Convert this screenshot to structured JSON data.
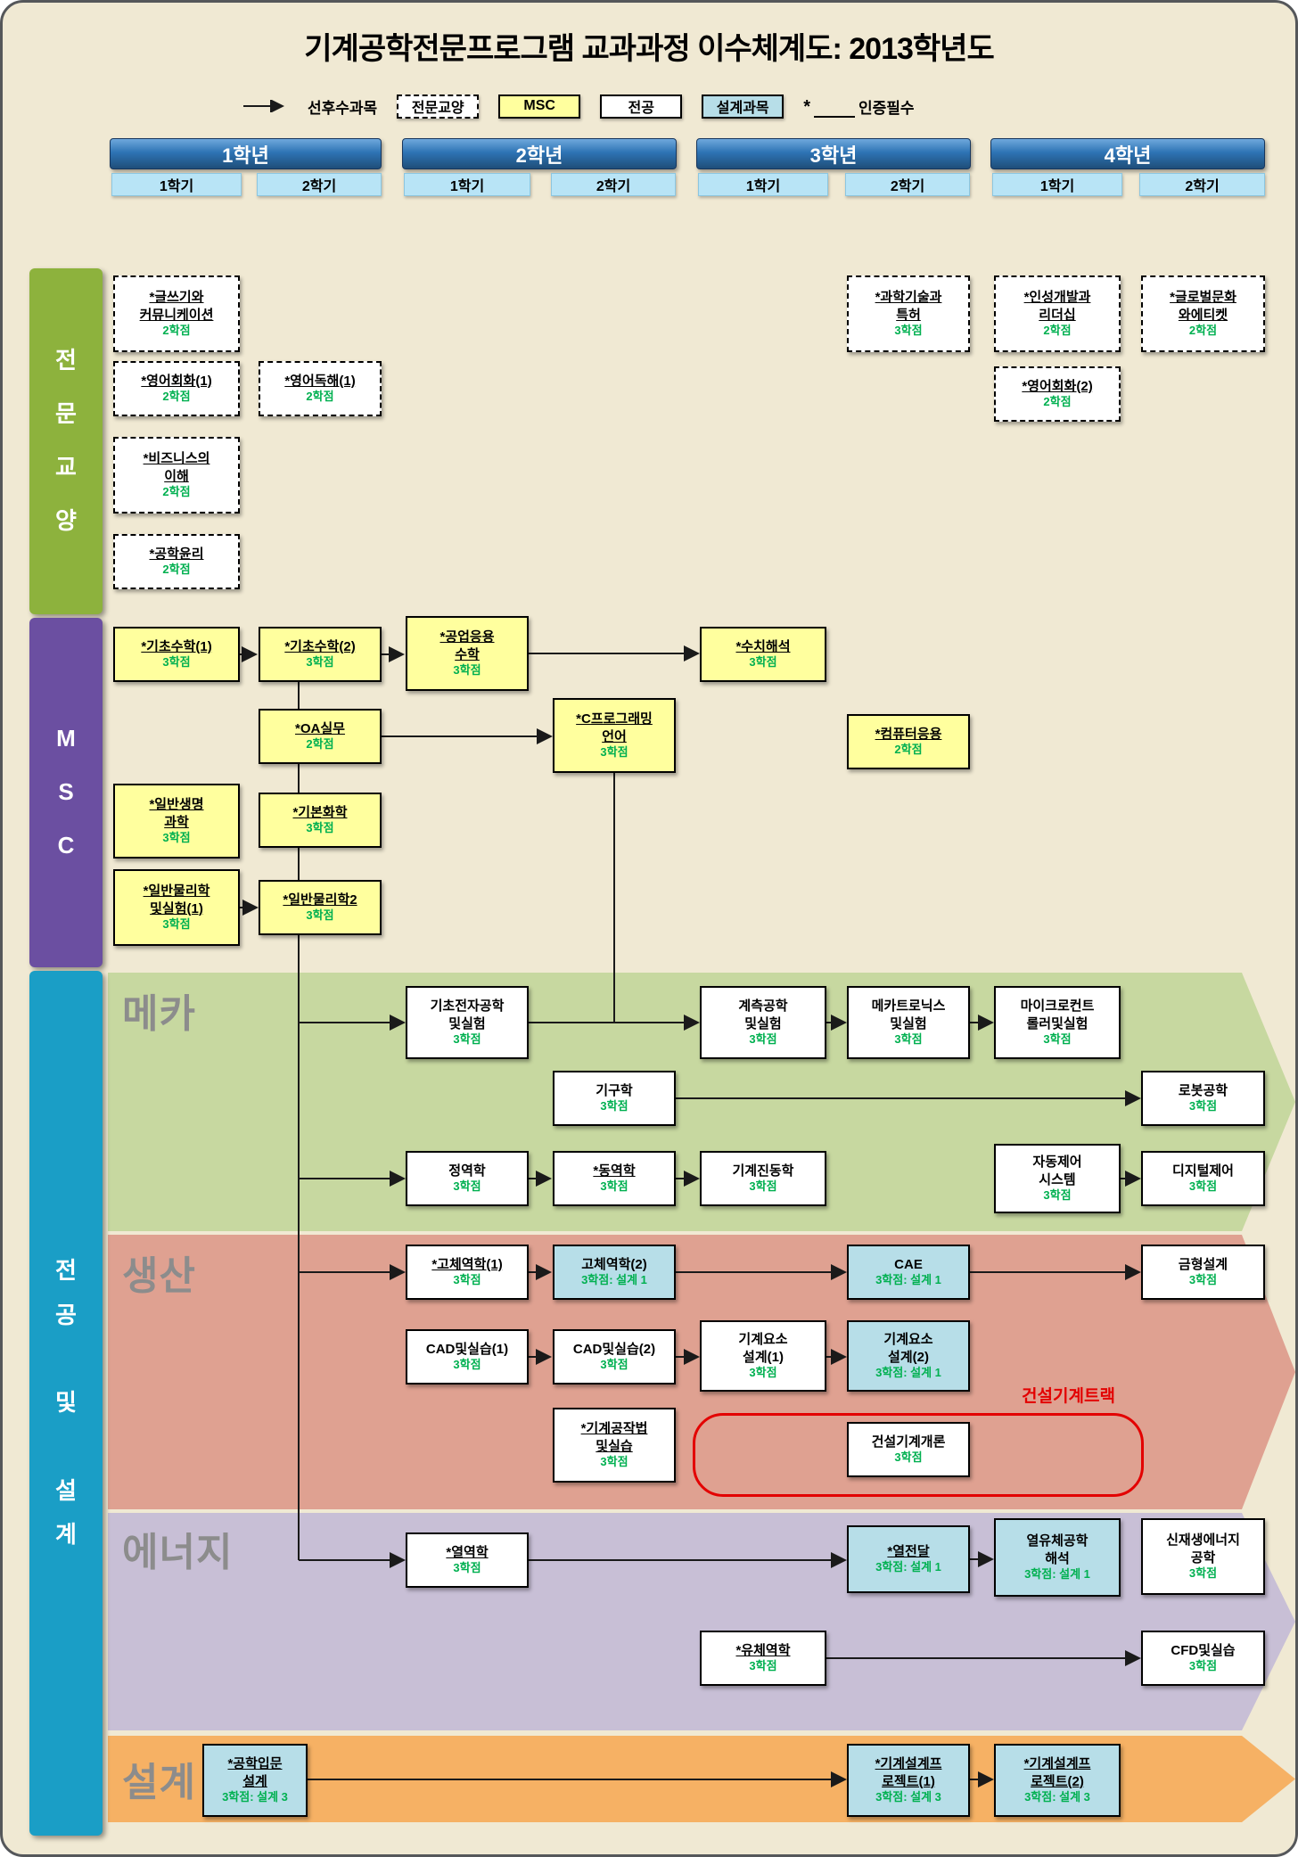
{
  "title": "기계공학전문프로그램 교과과정 이수체계도: 2013학년도",
  "legend": {
    "arrow_label": "선후수과목",
    "ge_label": "전문교양",
    "msc_label": "MSC",
    "major_label": "전공",
    "design_label": "설계과목",
    "cert_star": "*",
    "cert_label": "인증필수"
  },
  "years": [
    {
      "label": "1학년"
    },
    {
      "label": "2학년"
    },
    {
      "label": "3학년"
    },
    {
      "label": "4학년"
    }
  ],
  "semesters": [
    "1학기",
    "2학기",
    "1학기",
    "2학기",
    "1학기",
    "2학기",
    "1학기",
    "2학기"
  ],
  "sidebars": {
    "ge": "전\n문\n교\n양",
    "msc": "M\nS\nC",
    "major": "전\n공\n\n및\n\n설\n계"
  },
  "bands": {
    "mecha": "메카",
    "prod": "생산",
    "energy": "에너지",
    "design": "설계"
  },
  "construction_track": "건설기계트랙",
  "colors": {
    "accent_red": "#e30000",
    "credit_green": "#00b050",
    "msc_yellow": "#ffff9e",
    "design_blue": "#b7dee8"
  },
  "courses": {
    "ge1": {
      "title": "*글쓰기와\n커뮤니케이션",
      "credit": "2학점"
    },
    "ge2": {
      "title": "*영어회화(1)",
      "credit": "2학점"
    },
    "ge3": {
      "title": "*영어독해(1)",
      "credit": "2학점"
    },
    "ge4": {
      "title": "*비즈니스의\n이해",
      "credit": "2학점"
    },
    "ge5": {
      "title": "*공학윤리",
      "credit": "2학점"
    },
    "ge6": {
      "title": "*과학기술과\n특허",
      "credit": "3학점"
    },
    "ge7": {
      "title": "*인성개발과\n리더십",
      "credit": "2학점"
    },
    "ge8": {
      "title": "*글로벌문화\n와에티켓",
      "credit": "2학점"
    },
    "ge9": {
      "title": "*영어회화(2)",
      "credit": "2학점"
    },
    "msc1": {
      "title": "*기초수학(1)",
      "credit": "3학점"
    },
    "msc2": {
      "title": "*기초수학(2)",
      "credit": "3학점"
    },
    "msc3": {
      "title": "*공업응용\n수학",
      "credit": "3학점"
    },
    "msc4": {
      "title": "*수치해석",
      "credit": "3학점"
    },
    "msc5": {
      "title": "*OA실무",
      "credit": "2학점"
    },
    "msc6": {
      "title": "*C프로그래밍\n언어",
      "credit": "3학점"
    },
    "msc7": {
      "title": "*컴퓨터응용",
      "credit": "2학점"
    },
    "msc8": {
      "title": "*일반생명\n과학",
      "credit": "3학점"
    },
    "msc9": {
      "title": "*기본화학",
      "credit": "3학점"
    },
    "msc10": {
      "title": "*일반물리학\n및실험(1)",
      "credit": "3학점"
    },
    "msc11": {
      "title": "*일반물리학2",
      "credit": "3학점"
    },
    "m1": {
      "title": "기초전자공학\n및실험",
      "credit": "3학점"
    },
    "m2": {
      "title": "계측공학\n및실험",
      "credit": "3학점"
    },
    "m3": {
      "title": "메카트로닉스\n및실험",
      "credit": "3학점"
    },
    "m4": {
      "title": "마이크로컨트\n롤러및실험",
      "credit": "3학점"
    },
    "m5": {
      "title": "기구학",
      "credit": "3학점"
    },
    "m6": {
      "title": "로봇공학",
      "credit": "3학점"
    },
    "m7": {
      "title": "정역학",
      "credit": "3학점"
    },
    "m8": {
      "title": "*동역학",
      "credit": "3학점"
    },
    "m9": {
      "title": "기계진동학",
      "credit": "3학점"
    },
    "m10": {
      "title": "자동제어\n시스템",
      "credit": "3학점"
    },
    "m11": {
      "title": "디지털제어",
      "credit": "3학점"
    },
    "p1": {
      "title": "*고체역학(1)",
      "credit": "3학점"
    },
    "p2": {
      "title": "고체역학(2)",
      "credit": "3학점: 설계 1"
    },
    "p3": {
      "title": "CAE",
      "credit": "3학점: 설계 1"
    },
    "p4": {
      "title": "금형설계",
      "credit": "3학점"
    },
    "p5": {
      "title": "CAD및실습(1)",
      "credit": "3학점"
    },
    "p6": {
      "title": "CAD및실습(2)",
      "credit": "3학점"
    },
    "p7": {
      "title": "기계요소\n설계(1)",
      "credit": "3학점"
    },
    "p8": {
      "title": "기계요소\n설계(2)",
      "credit": "3학점: 설계 1"
    },
    "p9": {
      "title": "*기계공작법\n및실습",
      "credit": "3학점"
    },
    "p10": {
      "title": "건설기계개론",
      "credit": "3학점"
    },
    "e1": {
      "title": "*열역학",
      "credit": "3학점"
    },
    "e2": {
      "title": "*열전달",
      "credit": "3학점: 설계 1"
    },
    "e3": {
      "title": "열유체공학\n해석",
      "credit": "3학점: 설계 1"
    },
    "e4": {
      "title": "신재생에너지\n공학",
      "credit": "3학점"
    },
    "e5": {
      "title": "*유체역학",
      "credit": "3학점"
    },
    "e6": {
      "title": "CFD및실습",
      "credit": "3학점"
    },
    "d1": {
      "title": "*공학입문\n설계",
      "credit": "3학점: 설계 3"
    },
    "d2": {
      "title": "*기계설계프\n로젝트(1)",
      "credit": "3학점: 설계 3"
    },
    "d3": {
      "title": "*기계설계프\n로젝트(2)",
      "credit": "3학점: 설계 3"
    }
  }
}
